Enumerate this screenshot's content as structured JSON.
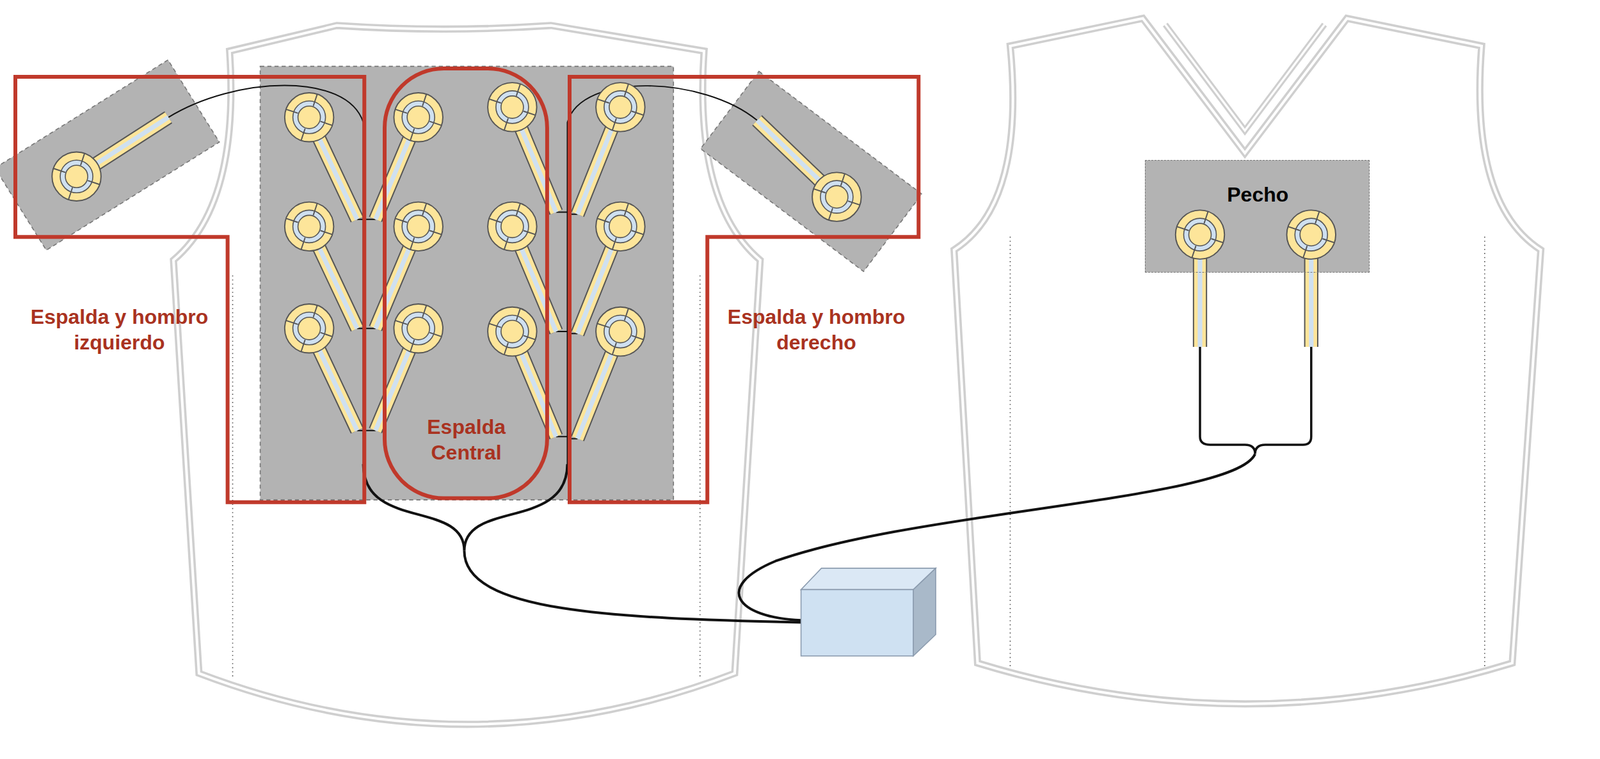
{
  "diagram": {
    "nodes": [
      {
        "text": [
          "Espalda y hombro izquierdo"
        ]
      },
      {
        "text": [
          "Espalda Central"
        ]
      },
      {
        "text": [
          "Espalda y hombro derecho"
        ]
      },
      {
        "text": [
          "Pecho"
        ]
      }
    ]
  }
}
